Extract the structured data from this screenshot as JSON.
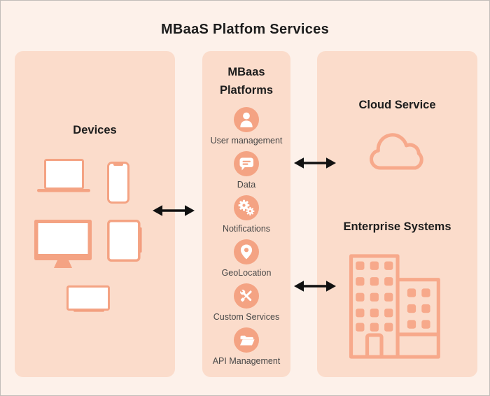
{
  "title": "MBaaS Platfom Services",
  "colors": {
    "background": "#fdf1ea",
    "panel": "#fbdccb",
    "accent": "#f4a383",
    "outline": "#f7a98b",
    "arrow": "#111111",
    "heading_text": "#1d1d1d",
    "label_text": "#474747"
  },
  "devices_panel": {
    "title": "Devices",
    "icons": [
      "laptop-icon",
      "smartphone-icon",
      "desktop-monitor-icon",
      "tablet-icon",
      "tv-icon"
    ]
  },
  "platforms_panel": {
    "title_line1": "MBaas",
    "title_line2": "Platforms",
    "services": [
      {
        "icon": "user-icon",
        "label": "User management"
      },
      {
        "icon": "chat-bubble-icon",
        "label": "Data"
      },
      {
        "icon": "gears-icon",
        "label": "Notifications"
      },
      {
        "icon": "map-pin-icon",
        "label": "GeoLocation"
      },
      {
        "icon": "crossed-tools-icon",
        "label": "Custom Services"
      },
      {
        "icon": "folder-icon",
        "label": "API Management"
      }
    ]
  },
  "right_panel": {
    "cloud_title": "Cloud Service",
    "enterprise_title": "Enterprise Systems"
  }
}
